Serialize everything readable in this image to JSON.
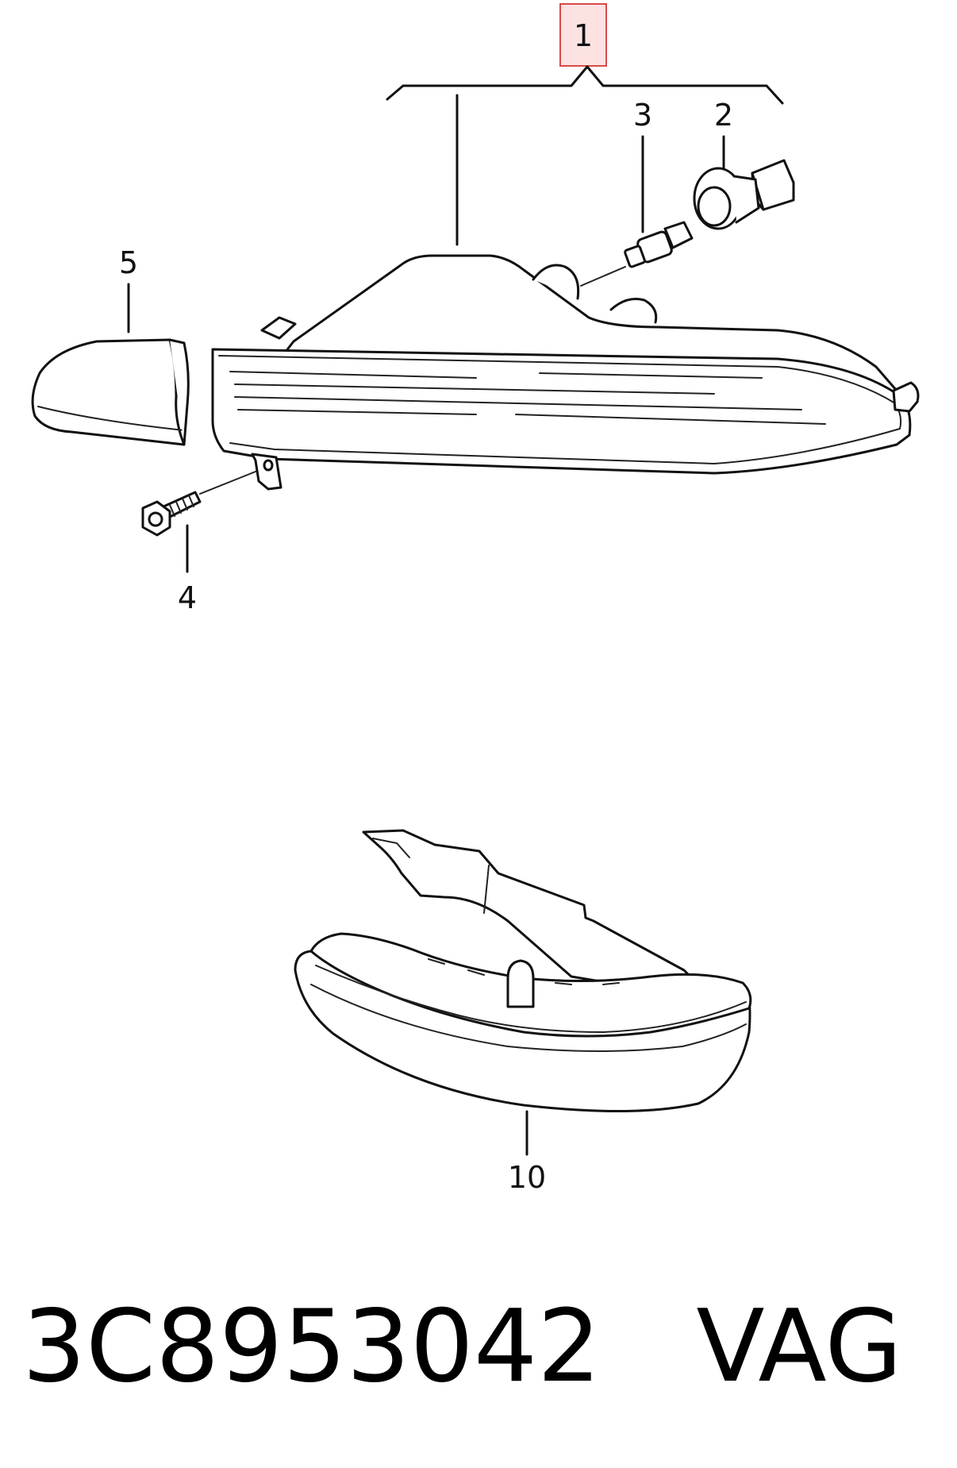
{
  "callouts": {
    "c1": "1",
    "c2": "2",
    "c3": "3",
    "c4": "4",
    "c5": "5",
    "c10": "10"
  },
  "footer": {
    "part_number": "3C8953042",
    "brand": "VAG"
  },
  "colors": {
    "line": "#111111",
    "highlight_fill": "#fde2e2",
    "highlight_border": "#d84a4a"
  }
}
